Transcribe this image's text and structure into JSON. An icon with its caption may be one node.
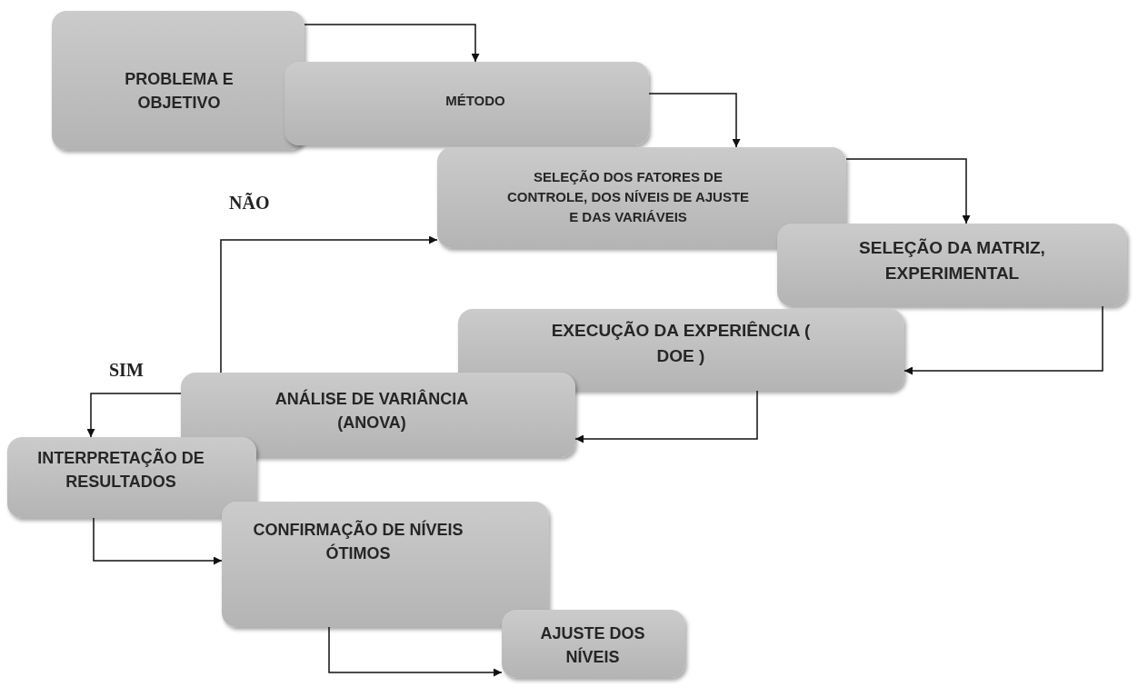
{
  "diagram": {
    "nodes": [
      {
        "text": [
          "PROBLEMA E OBJETIVO"
        ]
      },
      {
        "text": [
          "MÉTODO"
        ]
      },
      {
        "text": [
          "SELEÇÃO DOS FATORES DE CONTROLE, DOS NÍVEIS DE AJUSTE E DAS VARIÁVEIS"
        ]
      },
      {
        "text": [
          "SELEÇÃO DA MATRIZ, EXPERIMENTAL"
        ]
      },
      {
        "text": [
          "EXECUÇÃO DA EXPERIÊNCIA ( DOE )"
        ]
      },
      {
        "text": [
          "ANÁLISE DE VARIÂNCIA (ANOVA)"
        ]
      },
      {
        "text": [
          "INTERPRETAÇÃO DE RESULTADOS"
        ]
      },
      {
        "text": [
          "CONFIRMAÇÃO DE NÍVEIS ÓTIMOS"
        ]
      },
      {
        "text": [
          "AJUSTE DOS NÍVEIS"
        ]
      }
    ],
    "edges": [
      {
        "from": 0,
        "to": 1,
        "arrow": "to"
      },
      {
        "from": 1,
        "to": 2,
        "arrow": "to"
      },
      {
        "from": 2,
        "to": 3,
        "arrow": "to"
      },
      {
        "from": 3,
        "to": 4,
        "arrow": "to"
      },
      {
        "from": 4,
        "to": 5,
        "arrow": "to"
      },
      {
        "from": 5,
        "to": 2,
        "arrow": "to",
        "label": "NÃO"
      },
      {
        "from": 5,
        "to": 6,
        "arrow": "to",
        "label": "SIM"
      },
      {
        "from": 6,
        "to": 7,
        "arrow": "to"
      },
      {
        "from": 7,
        "to": 8,
        "arrow": "to"
      }
    ]
  }
}
